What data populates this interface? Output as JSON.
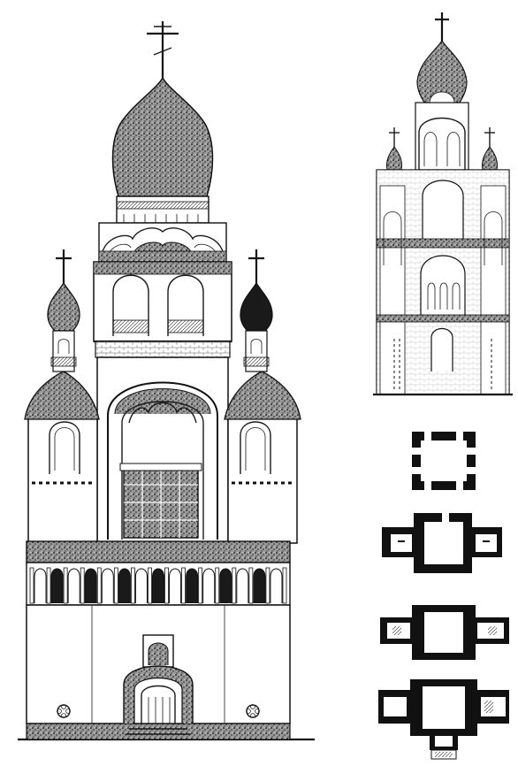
{
  "figure": {
    "views": [
      {
        "id": "front-elevation",
        "kind": "elevation"
      },
      {
        "id": "longitudinal-section",
        "kind": "section"
      },
      {
        "id": "plan-level-4",
        "kind": "plan"
      },
      {
        "id": "plan-level-3",
        "kind": "plan"
      },
      {
        "id": "plan-level-2",
        "kind": "plan"
      },
      {
        "id": "plan-level-1",
        "kind": "plan"
      }
    ],
    "colors": {
      "ink": "#1a1a1a",
      "paper": "#ffffff",
      "stipple": "#2b2b2b"
    }
  }
}
